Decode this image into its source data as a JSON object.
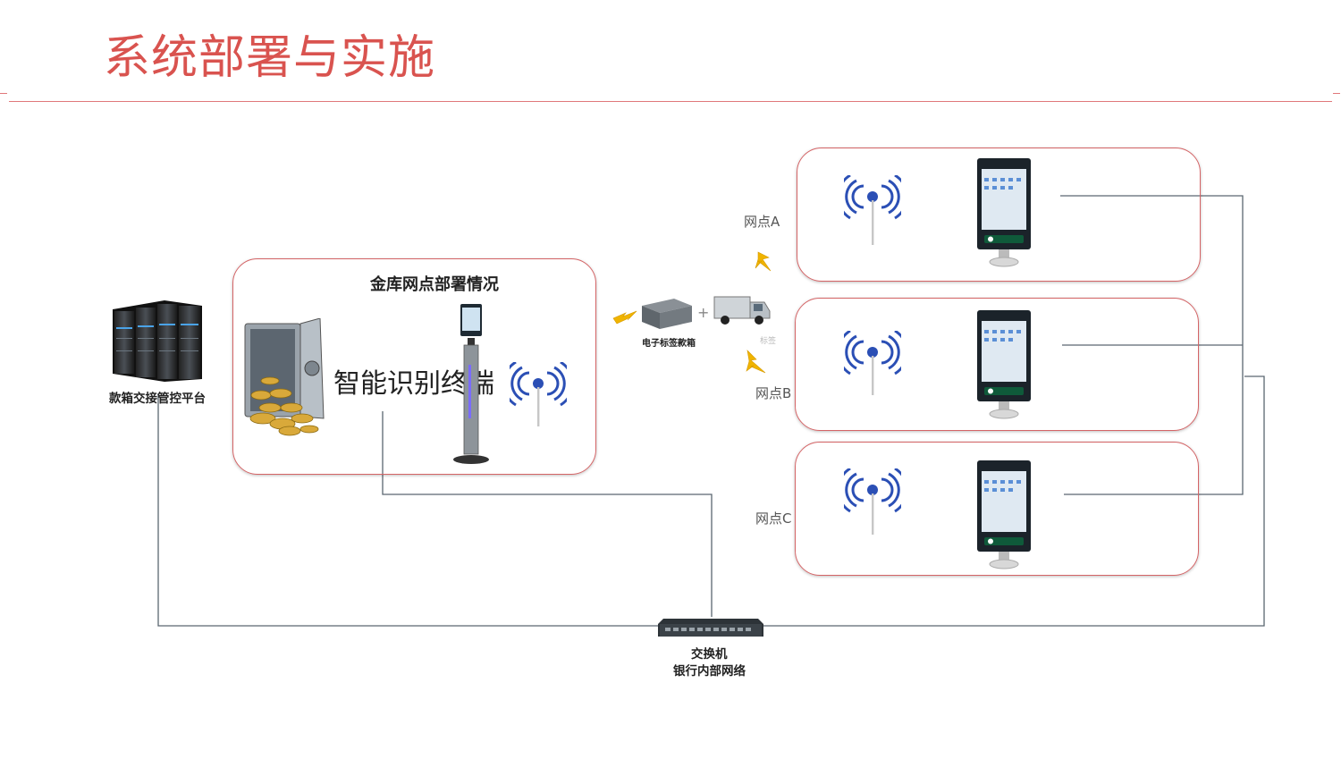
{
  "title": "系统部署与实施",
  "vault": {
    "heading": "金库网点部署情况",
    "terminal_label": "智能识别终端"
  },
  "platform": {
    "label": "款箱交接管控平台"
  },
  "transport": {
    "box_label": "电子标签款箱",
    "tag_label": "标签",
    "plus": "+"
  },
  "branches": [
    {
      "label": "网点A"
    },
    {
      "label": "网点B"
    },
    {
      "label": "网点C"
    }
  ],
  "switch": {
    "label": "交换机",
    "network": "银行内部网络"
  },
  "colors": {
    "accent": "#d9534f",
    "line": "#5b6670",
    "wifi": "#2b4fb5"
  }
}
